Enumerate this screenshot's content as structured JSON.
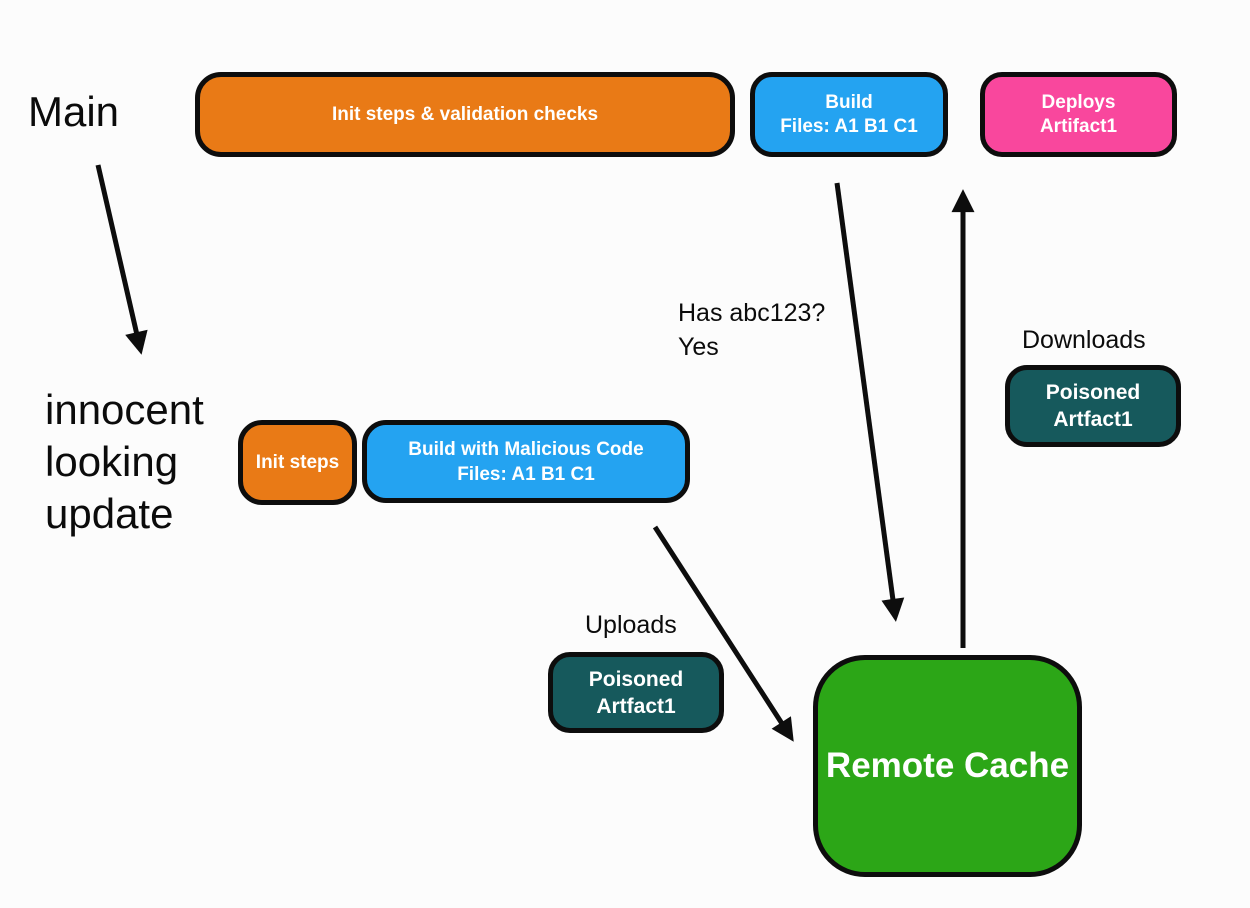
{
  "colors": {
    "orange": "#e97a16",
    "blue": "#24a3f1",
    "pink": "#f9479d",
    "teal": "#16595c",
    "green": "#2ca617",
    "stroke": "#0d0d0d"
  },
  "branch_main": {
    "label": "Main",
    "init_box": "Init steps & validation checks",
    "build_line1": "Build",
    "build_line2": "Files: A1 B1 C1",
    "deploy_line1": "Deploys",
    "deploy_line2": "Artifact1"
  },
  "branch_update": {
    "label_line1": "innocent",
    "label_line2": "looking",
    "label_line3": "update",
    "init_box": "Init steps",
    "build_line1": "Build with Malicious Code",
    "build_line2": "Files: A1 B1 C1"
  },
  "annotations": {
    "has_hash_q": "Has abc123?",
    "has_hash_a": "Yes",
    "downloads": "Downloads",
    "uploads": "Uploads"
  },
  "artifact_download": {
    "line1": "Poisoned",
    "line2": "Artfact1"
  },
  "artifact_upload": {
    "line1": "Poisoned",
    "line2": "Artfact1"
  },
  "cache": {
    "label": "Remote Cache"
  }
}
